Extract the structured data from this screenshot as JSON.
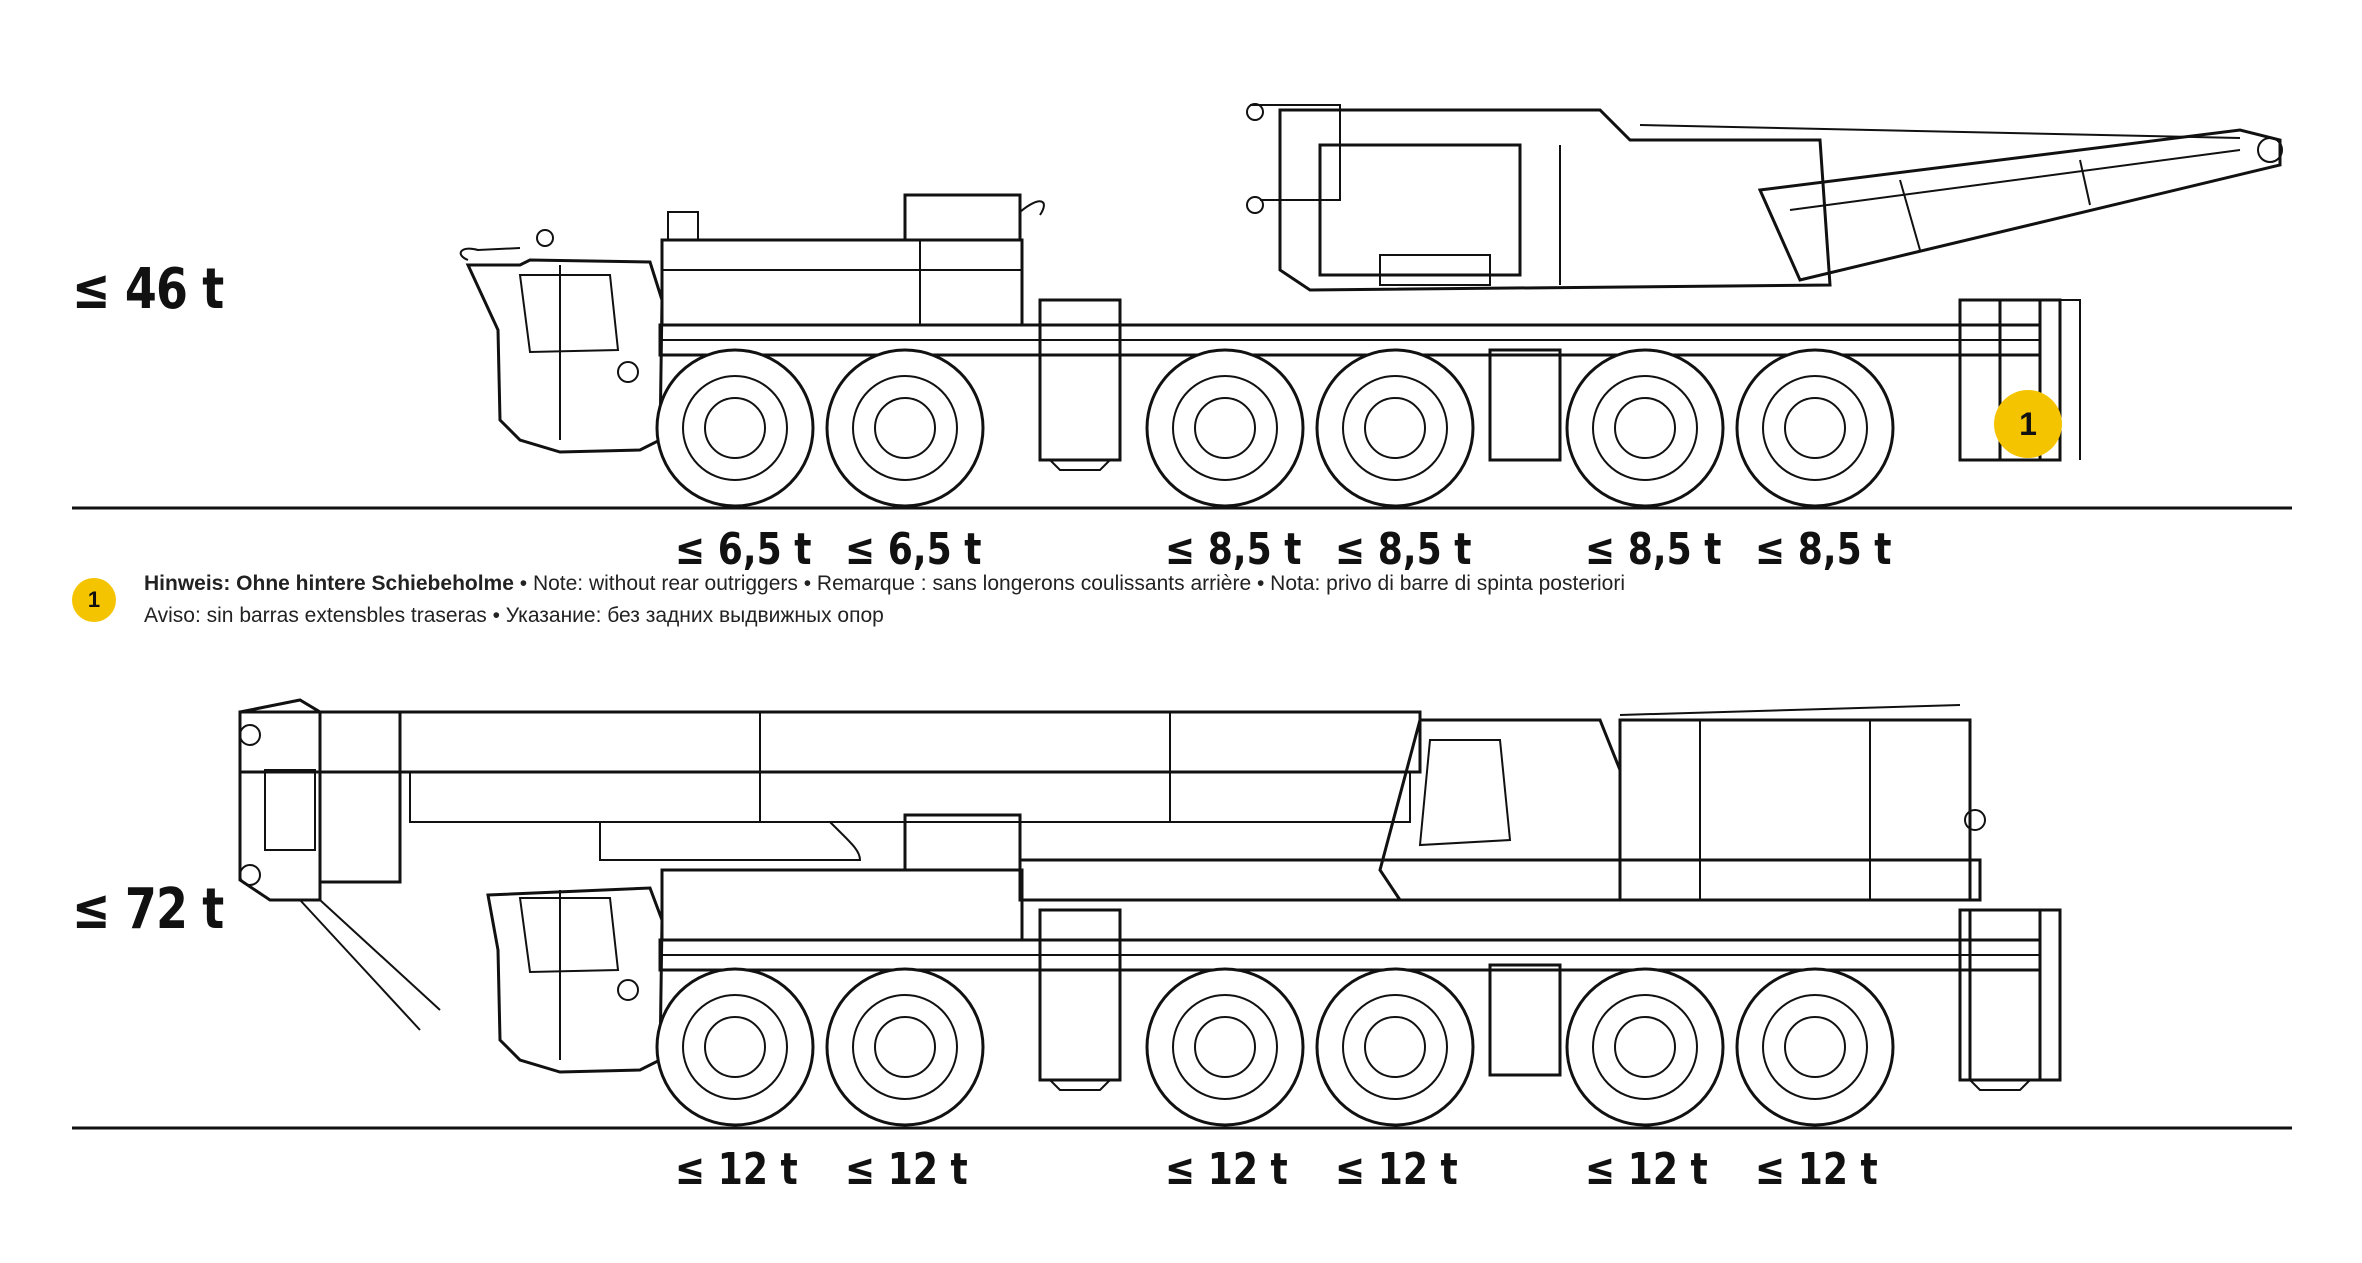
{
  "crane_top": {
    "total_weight": "≤ 46 t",
    "axle_loads": [
      "≤ 6,5 t",
      "≤ 6,5 t",
      "≤ 8,5 t",
      "≤ 8,5 t",
      "≤ 8,5 t",
      "≤ 8,5 t"
    ],
    "marker": "1"
  },
  "note": {
    "badge": "1",
    "line1_bold": "Hinweis: Ohne hintere Schiebeholme",
    "line1_rest": " • Note: without rear outriggers • Remarque : sans longerons coulissants arrière • Nota: privo di barre di spinta posteriori",
    "line2": "Aviso: sin barras extensbles traseras • Указание: без задних выдвижных опор"
  },
  "crane_bottom": {
    "total_weight": "≤ 72 t",
    "axle_loads": [
      "≤ 12 t",
      "≤ 12 t",
      "≤ 12 t",
      "≤ 12 t",
      "≤ 12 t",
      "≤ 12 t"
    ]
  },
  "colors": {
    "accent": "#f5c400",
    "line": "#111111"
  }
}
